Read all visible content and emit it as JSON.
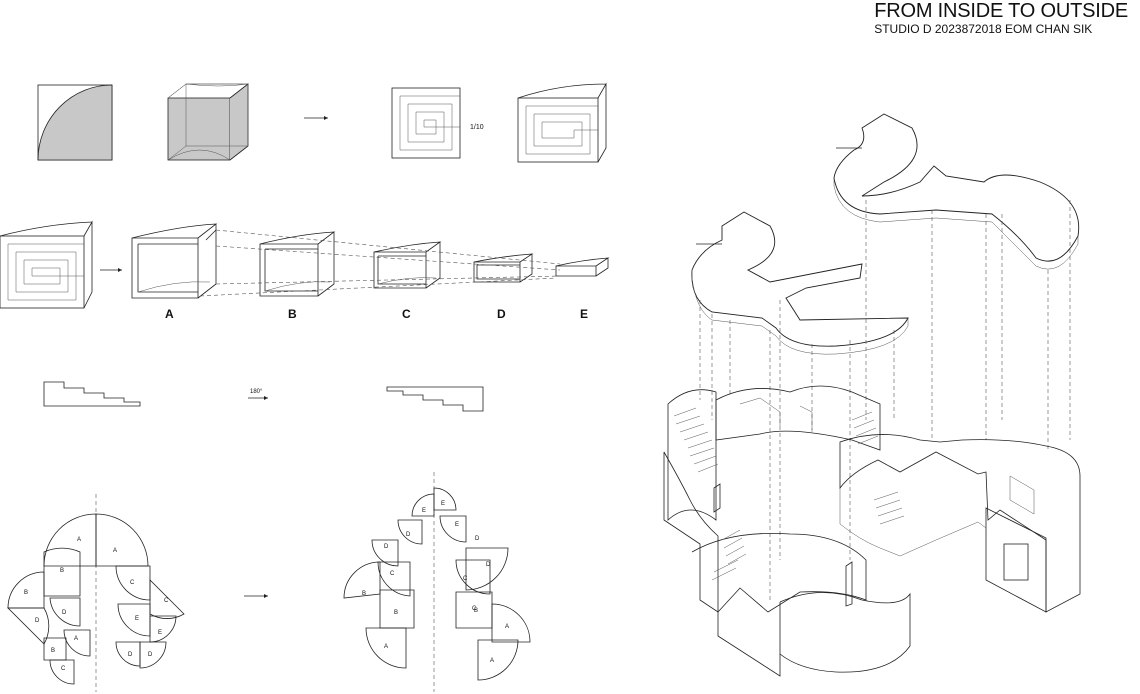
{
  "header": {
    "title": "FROM INSIDE TO OUTSIDE",
    "subtitle": "STUDIO D 2023872018 EOM CHAN SIK"
  },
  "diagram": {
    "scale_label": "1/10",
    "rotation_label": "180°",
    "module_labels": [
      "A",
      "B",
      "C",
      "D",
      "E"
    ],
    "plan_left_labels": [
      "A",
      "A",
      "B",
      "B",
      "C",
      "C",
      "D",
      "D",
      "E",
      "E",
      "A",
      "B",
      "C",
      "D",
      "D"
    ],
    "plan_right_labels": [
      "E",
      "E",
      "D",
      "D",
      "E",
      "D",
      "C",
      "C",
      "B",
      "B",
      "A",
      "A",
      "D",
      "C",
      "B",
      "A"
    ]
  }
}
